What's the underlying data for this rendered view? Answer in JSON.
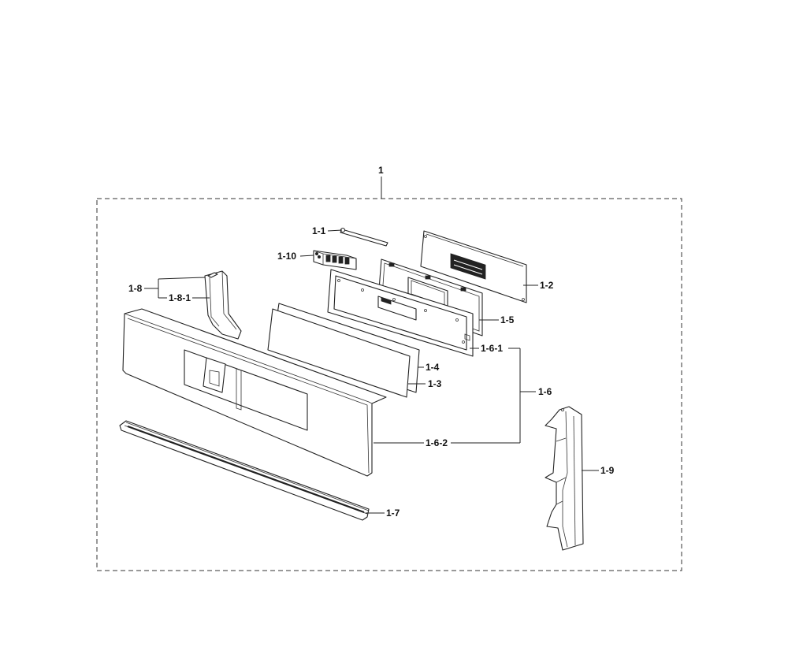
{
  "diagram": {
    "assembly_label": "1",
    "callouts": {
      "c1_1": "1-1",
      "c1_10": "1-10",
      "c1_2": "1-2",
      "c1_5": "1-5",
      "c1_8": "1-8",
      "c1_8_1": "1-8-1",
      "c1_6_1": "1-6-1",
      "c1_4": "1-4",
      "c1_3": "1-3",
      "c1_6": "1-6",
      "c1_6_2": "1-6-2",
      "c1_9": "1-9",
      "c1_7": "1-7"
    },
    "line_color": "#222222",
    "background_color": "#ffffff"
  }
}
